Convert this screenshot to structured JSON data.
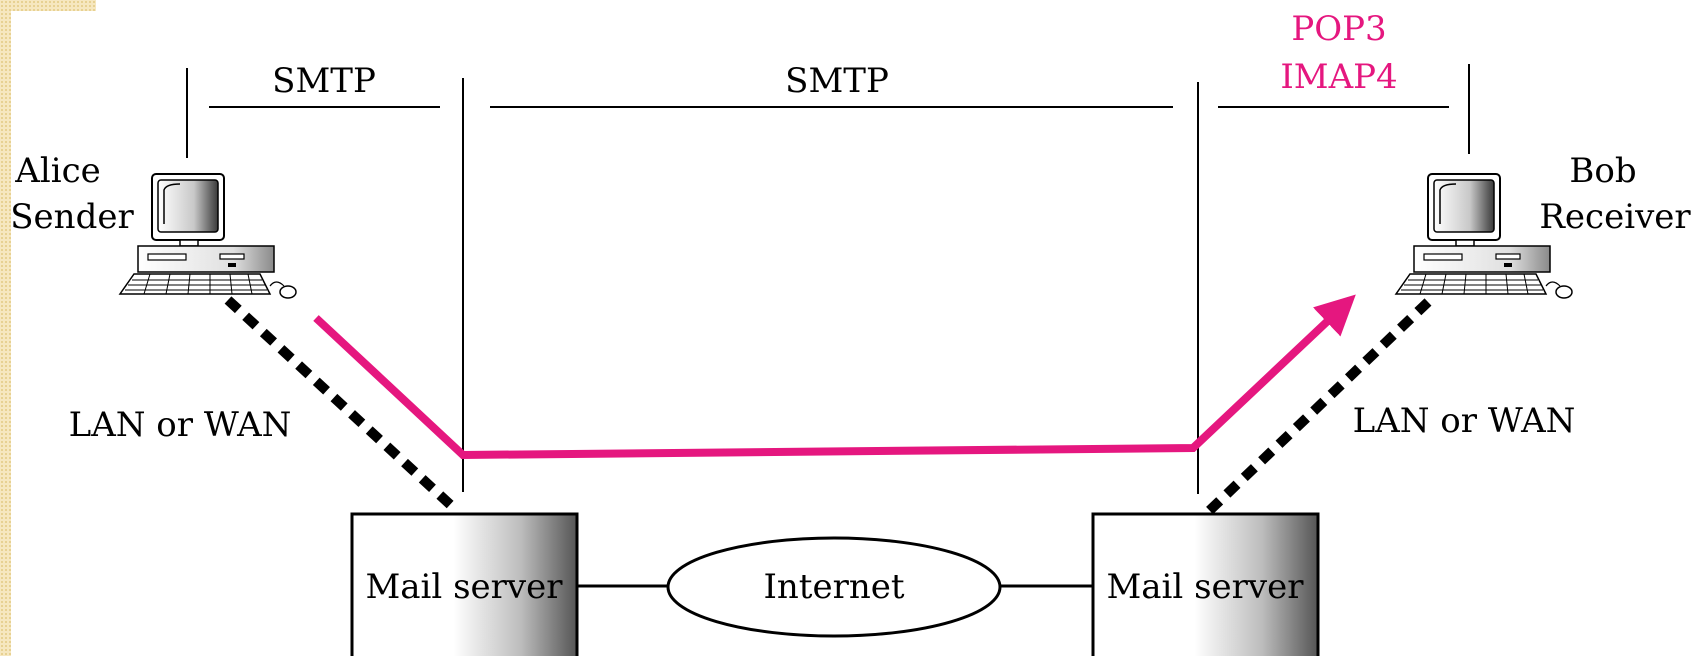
{
  "labels": {
    "protocol_left": "SMTP",
    "protocol_middle": "SMTP",
    "protocol_right_line1": "POP3",
    "protocol_right_line2": "IMAP4",
    "sender_name": "Alice",
    "sender_role": "Sender",
    "receiver_name": "Bob",
    "receiver_role": "Receiver",
    "lan_left": "LAN or WAN",
    "lan_right": "LAN or WAN",
    "server_left": "Mail server",
    "server_right": "Mail server",
    "internet": "Internet"
  },
  "colors": {
    "flow": "#e5177f",
    "line": "#000000",
    "access_protocol_text": "#e5177f",
    "text": "#000000"
  }
}
